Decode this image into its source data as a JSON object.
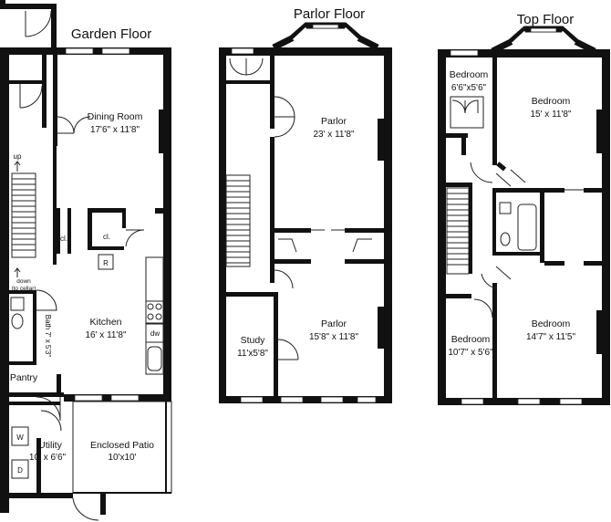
{
  "floors": {
    "garden": {
      "title": "Garden Floor",
      "dining_room": {
        "name": "Dining Room",
        "dims": "17'6\" x 11'8\""
      },
      "kitchen": {
        "name": "Kitchen",
        "dims": "16' x 11'8\""
      },
      "bath": {
        "name": "Bath",
        "dims": "7' x 5'3\""
      },
      "pantry": "Pantry",
      "utility": {
        "name": "Utility",
        "dims": "10' x 6'6\""
      },
      "patio": {
        "name": "Enclosed Patio",
        "dims": "10'x10'"
      },
      "stair_up": "up",
      "stair_down": "down",
      "stair_down_note": "(to cellar)",
      "closet": "cl.",
      "closet2": "cl.",
      "fridge": "R",
      "dishwasher": "dw",
      "washer": "W",
      "dryer": "D"
    },
    "parlor": {
      "title": "Parlor Floor",
      "parlor_front": {
        "name": "Parlor",
        "dims": "23' x 11'8\""
      },
      "parlor_rear": {
        "name": "Parlor",
        "dims": "15'8\" x 11'8\""
      },
      "study": {
        "name": "Study",
        "dims": "11'x5'8\""
      }
    },
    "top": {
      "title": "Top Floor",
      "bedroom_small": {
        "name": "Bedroom",
        "dims": "6'6\"x5'6\""
      },
      "bedroom_front": {
        "name": "Bedroom",
        "dims": "15' x 11'8\""
      },
      "bedroom_rear_left": {
        "name": "Bedroom",
        "dims": "10'7\" x 5'6\""
      },
      "bedroom_rear_right": {
        "name": "Bedroom",
        "dims": "14'7\" x 11'5\""
      }
    }
  }
}
